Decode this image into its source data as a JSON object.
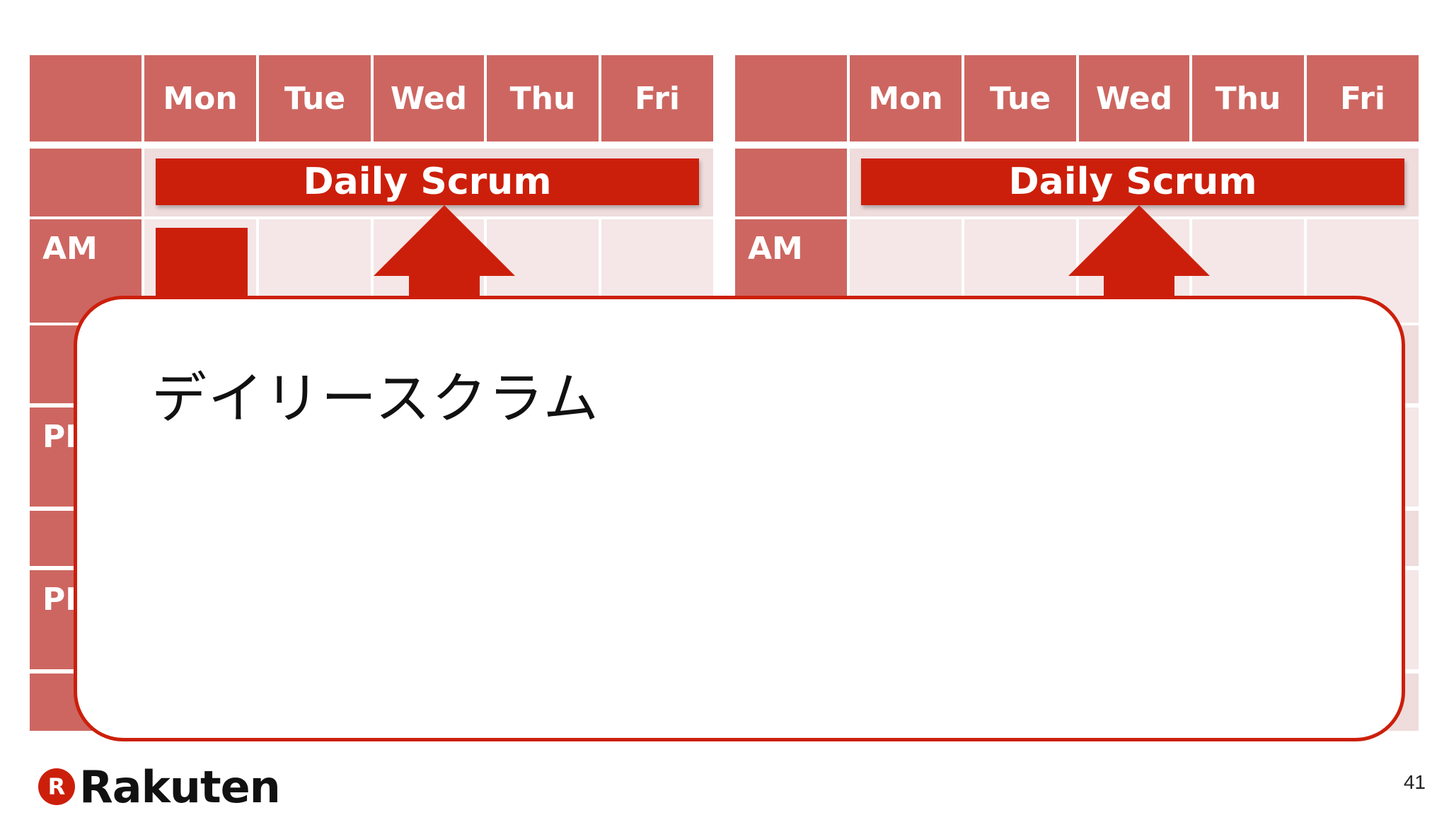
{
  "schedule": {
    "days": [
      "Mon",
      "Tue",
      "Wed",
      "Thu",
      "Fri"
    ],
    "rows": [
      "",
      "AM",
      "",
      "PM",
      "",
      "PM",
      ""
    ],
    "banner": "Daily Scrum"
  },
  "dialog": {
    "text": "デイリースクラム"
  },
  "footer": {
    "logo_letter": "R",
    "logo_text": "Rakuten",
    "page_number": "41"
  },
  "colors": {
    "header": "#cd6661",
    "accent": "#cc1f0b",
    "cell_light": "#f5e7e7",
    "cell_dark": "#efdcdc"
  }
}
